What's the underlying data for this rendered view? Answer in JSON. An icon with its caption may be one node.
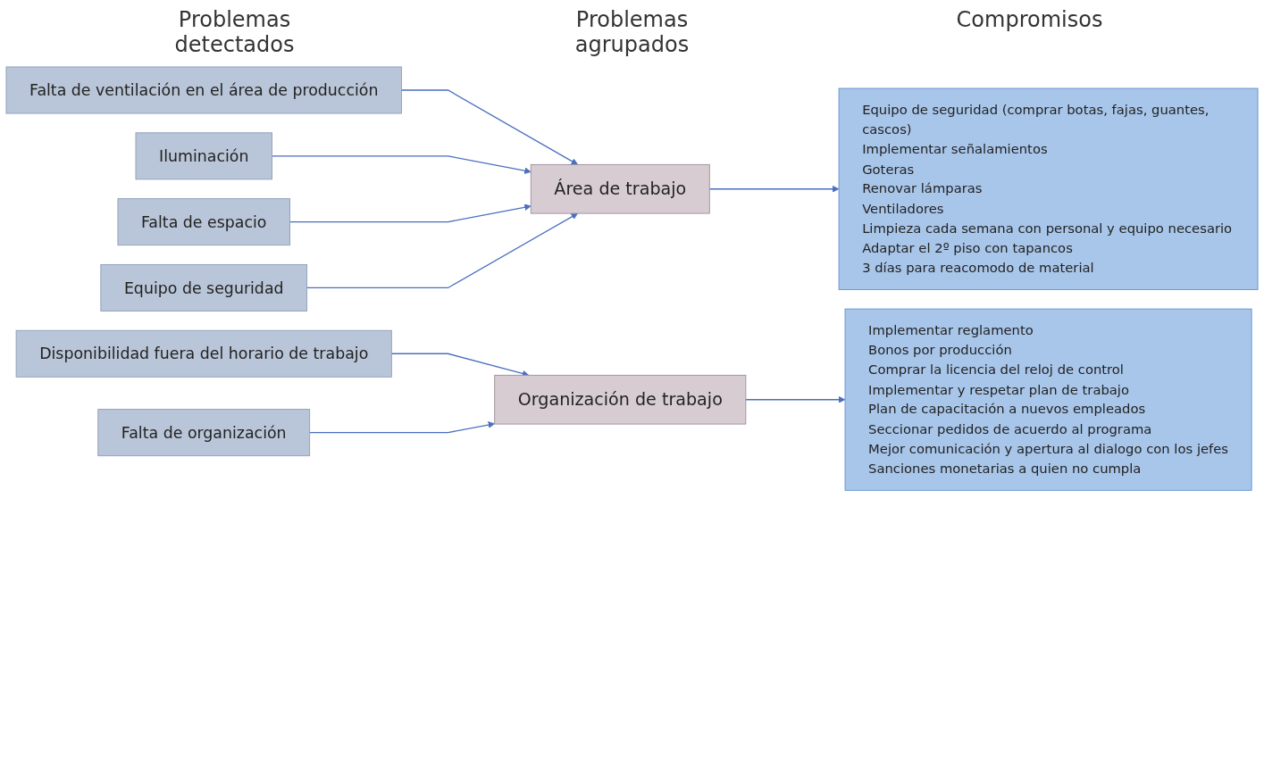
{
  "diagram": {
    "nodes": [
      {
        "text": [
          "Falta de ventilación en el área de producción"
        ]
      },
      {
        "text": [
          "Iluminación"
        ]
      },
      {
        "text": [
          "Falta de espacio"
        ]
      },
      {
        "text": [
          "Equipo de seguridad"
        ]
      },
      {
        "text": [
          "Área de trabajo"
        ]
      },
      {
        "text": [
          "Equipo de seguridad (comprar botas, fajas, guantes, cascos)",
          "Implementar señalamientos",
          "Goteras",
          "Renovar lámparas",
          "Ventiladores",
          "Limpieza cada semana con personal y equipo necesario",
          "Adaptar el 2º piso con tapancos",
          "3 días para reacomodo de material"
        ]
      },
      {
        "text": [
          "Disponibilidad fuera del horario de trabajo"
        ]
      },
      {
        "text": [
          "Falta de organización"
        ]
      },
      {
        "text": [
          "Organización de trabajo"
        ]
      },
      {
        "text": [
          "Implementar reglamento",
          "Bonos por producción",
          "Comprar la licencia del reloj de control",
          "Implementar y respetar plan de trabajo",
          "Plan de capacitación a nuevos empleados",
          "Seccionar pedidos de acuerdo al programa",
          "Mejor comunicación y apertura al dialogo con los jefes",
          "Sanciones monetarias a quien no cumpla"
        ]
      }
    ],
    "edges": [
      {
        "from": 0,
        "to": 4,
        "arrow": "to"
      },
      {
        "from": 1,
        "to": 4,
        "arrow": "to"
      },
      {
        "from": 2,
        "to": 4,
        "arrow": "to"
      },
      {
        "from": 3,
        "to": 4,
        "arrow": "to"
      },
      {
        "from": 4,
        "to": 5,
        "arrow": "to"
      },
      {
        "from": 6,
        "to": 8,
        "arrow": "to"
      },
      {
        "from": 7,
        "to": 8,
        "arrow": "to"
      },
      {
        "from": 8,
        "to": 9,
        "arrow": "to"
      }
    ],
    "labels": [
      "Problemas detectados",
      "Problemas agrupados",
      "Compromisos"
    ]
  }
}
